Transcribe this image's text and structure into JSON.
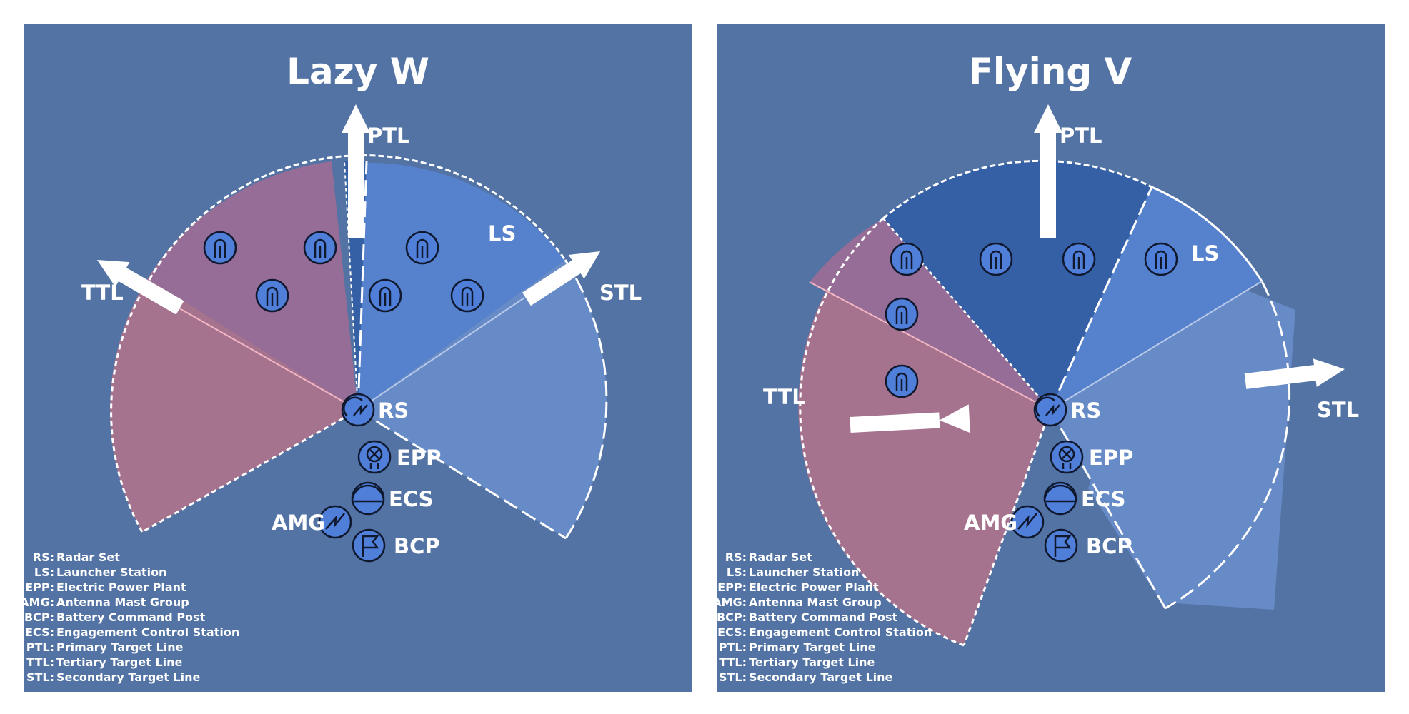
{
  "panels": [
    {
      "title": "Lazy W",
      "labels": {
        "ptl": "PTL",
        "stl": "STL",
        "ttl": "TTL",
        "ls": "LS",
        "rs": "RS",
        "epp": "EPP",
        "ecs": "ECS",
        "amg": "AMG",
        "bcp": "BCP"
      }
    },
    {
      "title": "Flying V",
      "labels": {
        "ptl": "PTL",
        "stl": "STL",
        "ttl": "TTL",
        "ls": "LS",
        "rs": "RS",
        "epp": "EPP",
        "ecs": "ECS",
        "amg": "AMG",
        "bcp": "BCP"
      }
    }
  ],
  "legend": [
    {
      "abbr": "RS:",
      "text": "Radar Set"
    },
    {
      "abbr": "LS:",
      "text": "Launcher Station"
    },
    {
      "abbr": "EPP:",
      "text": "Electric Power Plant"
    },
    {
      "abbr": "AMG:",
      "text": "Antenna Mast Group"
    },
    {
      "abbr": "BCP:",
      "text": "Battery Command Post"
    },
    {
      "abbr": "ECS:",
      "text": "Engagement Control Station"
    },
    {
      "abbr": "PTL:",
      "text": "Primary Target Line"
    },
    {
      "abbr": "TTL:",
      "text": "Tertiary Target Line"
    },
    {
      "abbr": "STL:",
      "text": "Secondary Target Line"
    }
  ],
  "colors": {
    "background": "#5273a3",
    "ttl_sector": "#a6738f",
    "ttl_overlap": "#956d96",
    "ptl_sector": "#3560a6",
    "ls_sector": "#5682cd",
    "stl_sector": "#678bc7",
    "icon_fill": "#4f7fd9",
    "arrow": "#ffffff"
  },
  "icons": {
    "launcher": "launcher-icon",
    "radar": "radar-icon",
    "power_plant": "power-plant-icon",
    "engagement_station": "engagement-station-icon",
    "antenna_mast": "antenna-mast-icon",
    "command_post": "command-post-icon"
  }
}
